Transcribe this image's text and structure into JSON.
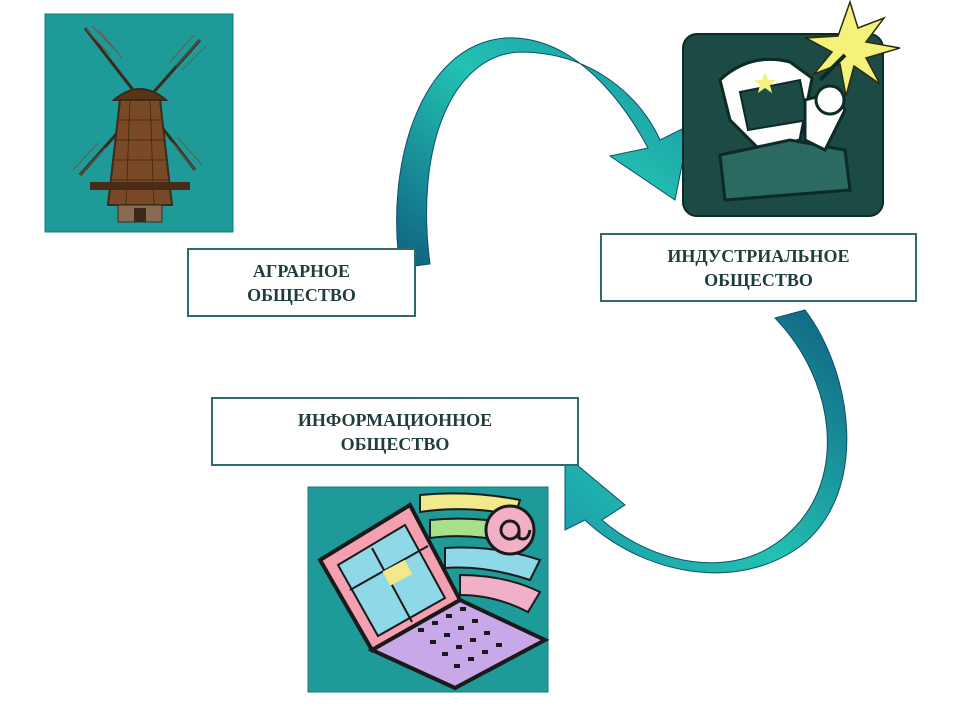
{
  "stages": {
    "agrarian": {
      "line1": "АГРАРНОЕ",
      "line2": "ОБЩЕСТВО",
      "icon": "windmill-icon"
    },
    "industrial": {
      "line1": "ИНДУСТРИАЛЬНОЕ",
      "line2": "ОБЩЕСТВО",
      "icon": "welder-icon"
    },
    "informational": {
      "line1": "ИНФОРМАЦИОННОЕ",
      "line2": "ОБЩЕСТВО",
      "icon": "laptop-email-icon"
    }
  },
  "colors": {
    "teal": "#1e9a98",
    "arrow_light": "#23c2b2",
    "arrow_dark": "#0f5f80",
    "border": "#2f6b6b",
    "text": "#1f3d3d"
  }
}
